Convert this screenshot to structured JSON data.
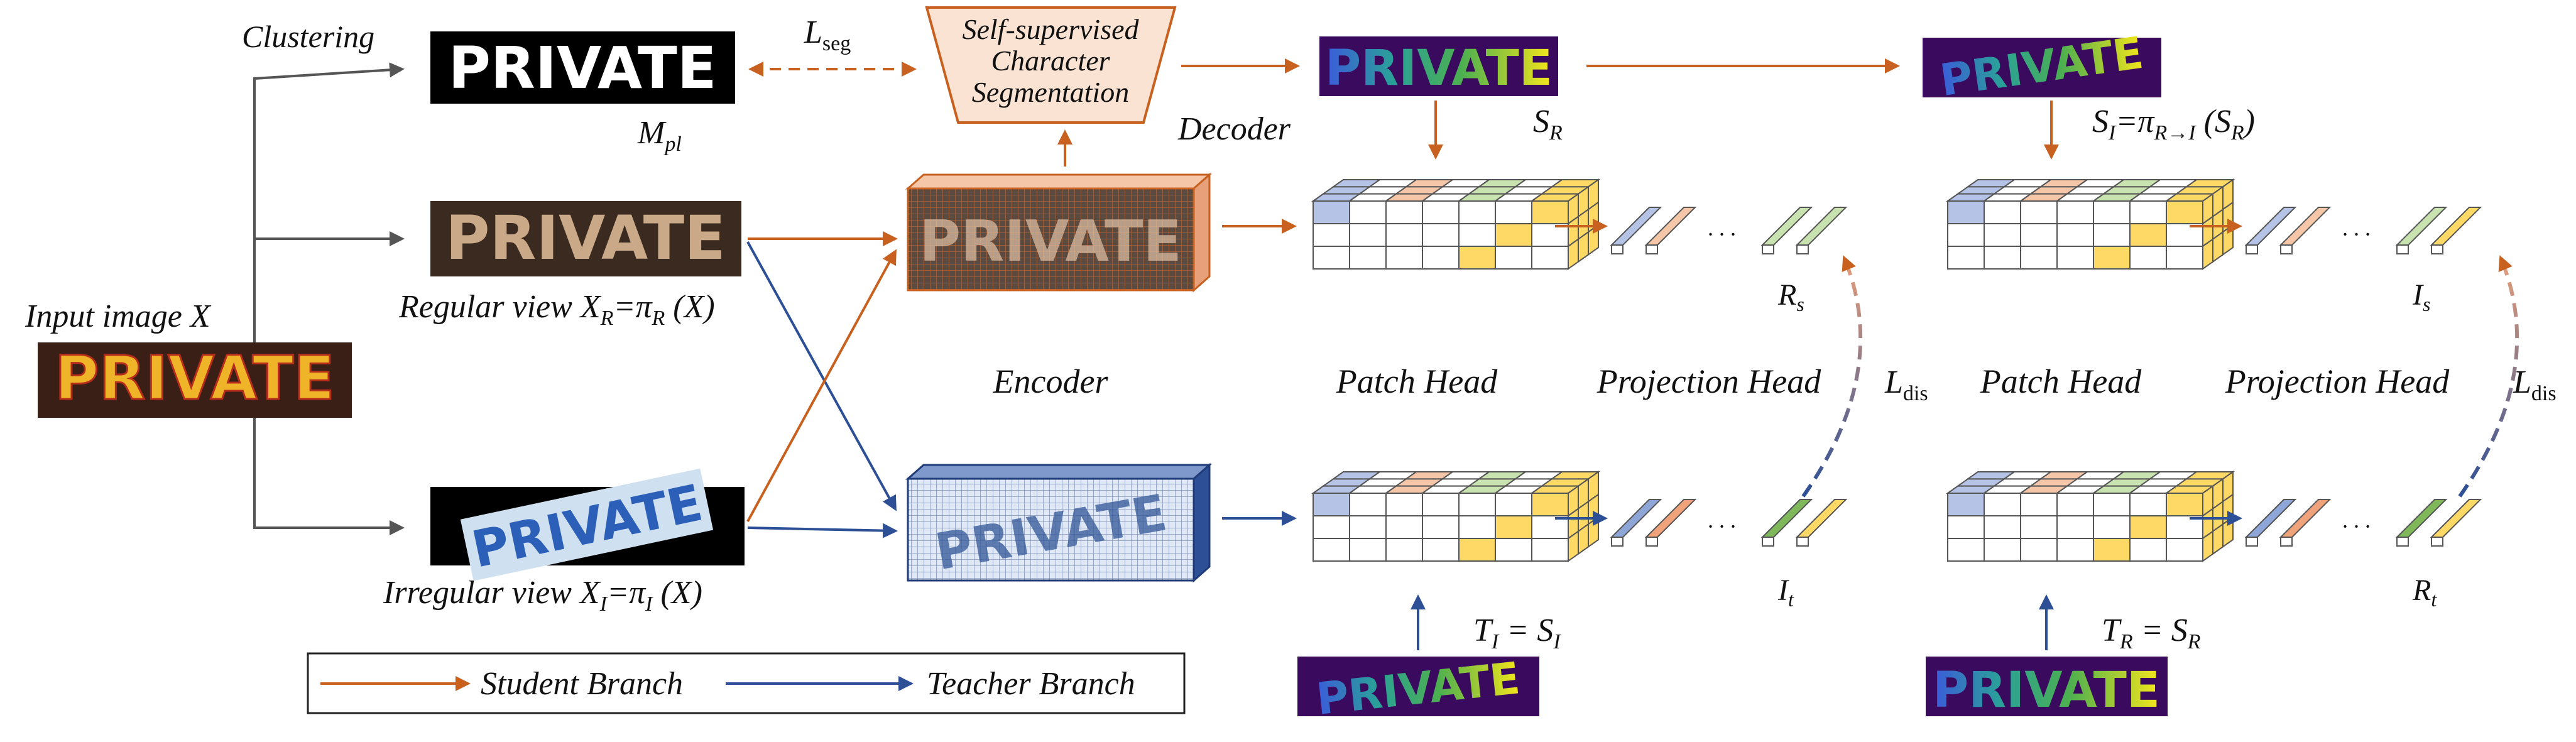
{
  "labels": {
    "clustering": "Clustering",
    "input_image": "Input image X",
    "pseudo_label": "M",
    "pseudo_label_sub": "pl",
    "loss_seg": "L",
    "loss_seg_sub": "seg",
    "segmentation_box": [
      "Self-supervised",
      "Character",
      "Segmentation"
    ],
    "decoder": "Decoder",
    "regular_view": "Regular view X",
    "regular_view_sub": "R",
    "regular_view_rest": "=π",
    "regular_view_rest_sub": "R",
    "regular_view_tail": " (X)",
    "irregular_view": "Irregular view X",
    "irregular_view_sub": "I",
    "irregular_view_rest": "=π",
    "irregular_view_rest_sub": "I",
    "irregular_view_tail": " (X)",
    "encoder": "Encoder",
    "patch_head_1": "Patch Head",
    "projection_head_1": "Projection Head",
    "patch_head_2": "Patch Head",
    "projection_head_2": "Projection Head",
    "s_r": "S",
    "s_r_sub": "R",
    "s_i_eq": "S",
    "s_i_eq_sub": "I",
    "s_i_eq_rest": "=π",
    "s_i_eq_rest_sub": "R→I",
    "s_i_eq_tail": " (S",
    "s_i_eq_tail_sub": "R",
    "s_i_eq_close": ")",
    "r_s": "R",
    "r_s_sub": "s",
    "i_s": "I",
    "i_s_sub": "s",
    "i_t": "I",
    "i_t_sub": "t",
    "r_t": "R",
    "r_t_sub": "t",
    "t_i": "T",
    "t_i_sub": "I",
    "t_i_eq": " = S",
    "t_i_eq_sub": "I",
    "t_r": "T",
    "t_r_sub": "R",
    "t_r_eq": " = S",
    "t_r_eq_sub": "R",
    "loss_dis_1": "L",
    "loss_dis_1_sub": "dis",
    "loss_dis_2": "L",
    "loss_dis_2_sub": "dis",
    "dots": "· · ·"
  },
  "image_word": "PRIVATE",
  "legend": {
    "student": "Student Branch",
    "teacher": "Teacher Branch"
  },
  "colors": {
    "student": "#c8611f",
    "teacher": "#2c4f96",
    "gray_arrow": "#555555",
    "segmentation_fill": "#fbe3d3",
    "segmentation_stroke": "#c8611f",
    "map_background": "#3a0a5e",
    "cell_blue": "#b4c3e6",
    "cell_orange": "#f5c6a8",
    "cell_green": "#c8e2b0",
    "cell_yellow": "#ffd966",
    "cell_white": "#ffffff"
  }
}
